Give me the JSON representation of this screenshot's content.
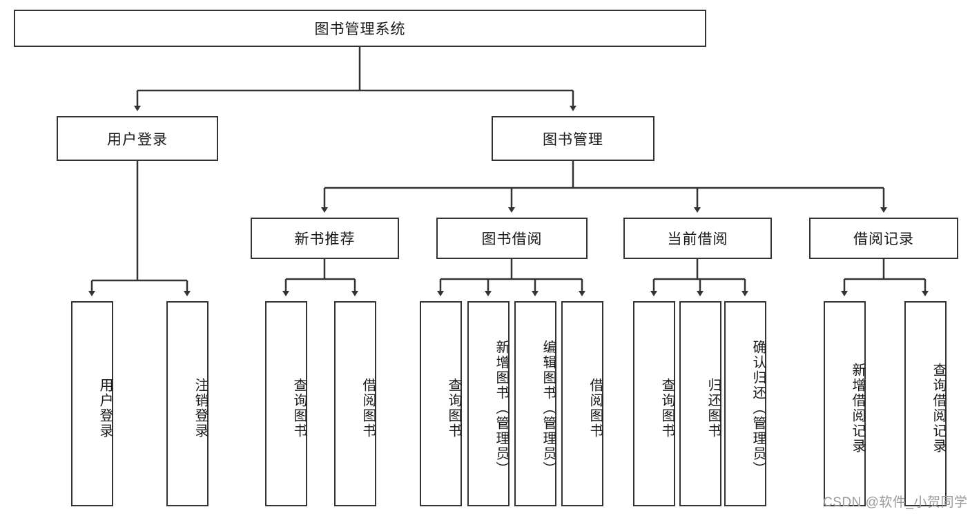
{
  "diagram": {
    "type": "tree-hierarchy-chart",
    "title": "图书管理系统",
    "stroke_color": "#333333",
    "background_color": "#ffffff",
    "text_color": "#1a1a1a"
  },
  "root": {
    "label": "图书管理系统"
  },
  "level1": [
    {
      "label": "用户登录"
    },
    {
      "label": "图书管理"
    }
  ],
  "level2": [
    {
      "label": "新书推荐"
    },
    {
      "label": "图书借阅"
    },
    {
      "label": "当前借阅"
    },
    {
      "label": "借阅记录"
    }
  ],
  "leaves": {
    "user_login": [
      {
        "label": "用户登录"
      },
      {
        "label": "注销登录"
      }
    ],
    "new_book_recommend": [
      {
        "label": "查询图书"
      },
      {
        "label": "借阅图书"
      }
    ],
    "book_borrow": [
      {
        "label": "查询图书"
      },
      {
        "label": "新增图书（管理员）"
      },
      {
        "label": "编辑图书（管理员）"
      },
      {
        "label": "借阅图书"
      }
    ],
    "current_borrow": [
      {
        "label": "查询图书"
      },
      {
        "label": "归还图书"
      },
      {
        "label": "确认归还（管理员）"
      }
    ],
    "borrow_record": [
      {
        "label": "新增借阅记录"
      },
      {
        "label": "查询借阅记录"
      }
    ]
  },
  "watermark": {
    "text": "CSDN @软件_小贺同学"
  }
}
